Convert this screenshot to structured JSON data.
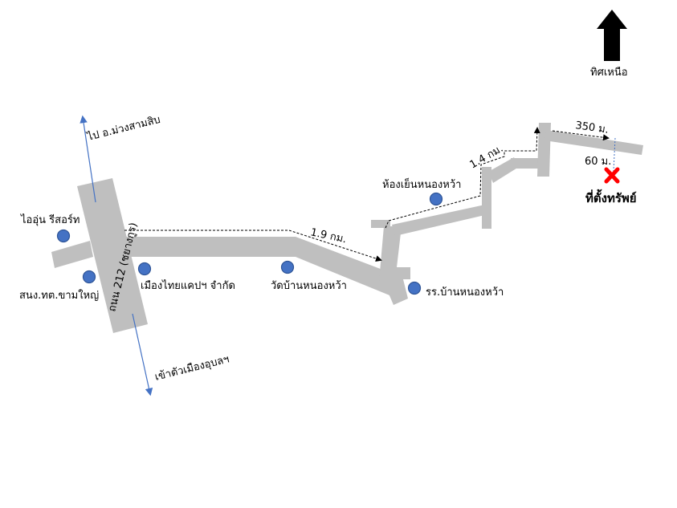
{
  "north": {
    "label": "ทิศเหนือ"
  },
  "roads": {
    "highway_label": "ถนน 212 (ชยางกูร)",
    "north_direction": "ไป อ.ม่วงสามสิบ",
    "south_direction": "เข้าตัวเมืองอุบลฯ"
  },
  "landmarks": {
    "resort": "ไออุ่น รีสอร์ท",
    "agri_office": "สนง.ทต.ขามใหญ่",
    "company": "เมืองไทยแคปฯ จำกัด",
    "temple": "วัดบ้านหนองหว้า",
    "school": "รร.บ้านหนองหว้า",
    "cold_storage": "ห้องเย็นหนองหว้า"
  },
  "distances": {
    "d1": "1.9 กม.",
    "d2": "1.4 กม.",
    "d3": "350 ม.",
    "d4": "60 ม."
  },
  "property": {
    "label": "ที่ตั้งทรัพย์",
    "marker_color": "#ff0000"
  },
  "colors": {
    "road": "#bfbfbf",
    "poi": "#4472c4",
    "poi_stroke": "#2f5597",
    "arrow": "#4472c4"
  }
}
